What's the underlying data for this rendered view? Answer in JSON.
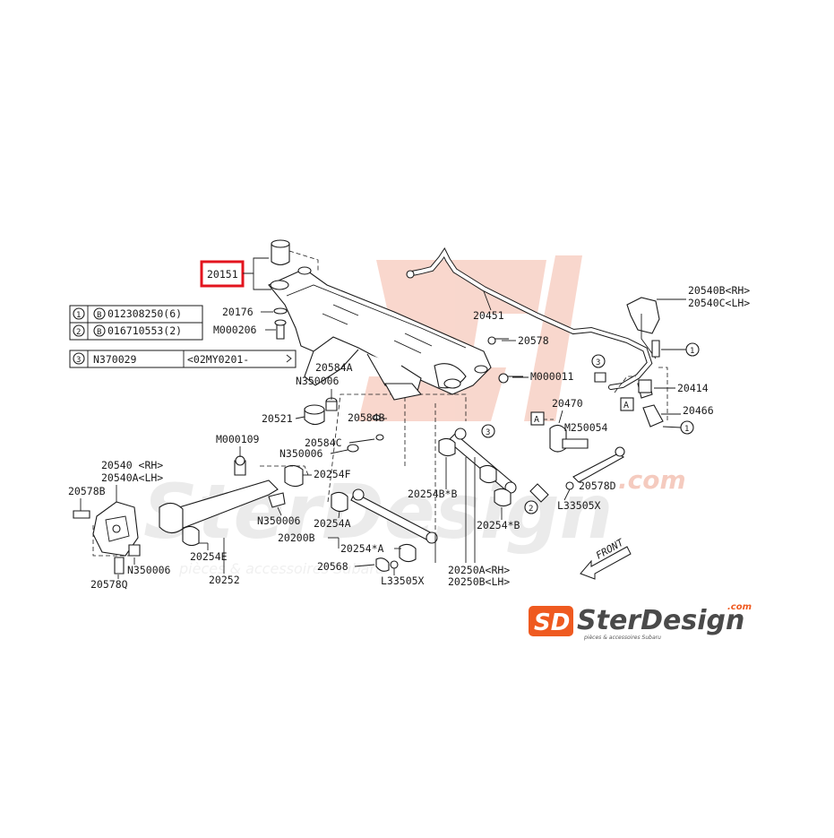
{
  "diagram": {
    "highlighted_part": "20151",
    "callouts": {
      "c20151": "20151",
      "c20176": "20176",
      "cM000206": "M000206",
      "c20451": "20451",
      "c20578": "20578",
      "c20540B": "20540B<RH>",
      "c20540C": "20540C<LH>",
      "c20584A": "20584A",
      "cN350006a": "N350006",
      "cM000011": "M000011",
      "c20414": "20414",
      "c20521": "20521",
      "c20584B": "20584B",
      "c20470": "20470",
      "c20466": "20466",
      "cM250054": "M250054",
      "c20584C": "20584C",
      "cM000109": "M000109",
      "cN350006b": "N350006",
      "c20254F": "20254F",
      "c20540RH": "20540 <RH>",
      "c20540ALH": "20540A<LH>",
      "c20578B": "20578B",
      "c20254BB": "20254B*B",
      "c20578D": "20578D",
      "cL33505Xa": "L33505X",
      "cN350006c": "N350006",
      "c20254A": "20254A",
      "c20254Bstar": "20254*B",
      "c20200B": "20200B",
      "c20254Astar": "20254*A",
      "cN350006d": "N350006",
      "c20254E": "20254E",
      "c20568": "20568",
      "c20250A": "20250A<RH>",
      "c20250B": "20250B<LH>",
      "c20578Q": "20578Q",
      "c20252": "20252",
      "cL33505Xb": "L33505X",
      "front": "FRONT",
      "refA1": "A",
      "refA2": "A",
      "circ1a": "1",
      "circ1b": "1",
      "circ2": "2",
      "circ3a": "3",
      "circ3b": "3"
    },
    "legend": {
      "row1_index": "1",
      "row1_part": "012308250(6)",
      "row2_index": "2",
      "row2_part": "016710553(2)",
      "row3_index": "3",
      "row3_part": "N370029",
      "row3_applicability": "<02MY0201-",
      "bolt_marker": "B"
    },
    "watermark": {
      "brand_text": "SterDesign",
      "com_text": ".com",
      "tagline": "pièces & accessoires Subaru"
    },
    "logo": {
      "badge_text": "SD",
      "brand_text": "SterDesign",
      "com_text": ".com",
      "tagline": "pièces & accessoires Subaru"
    },
    "colors": {
      "highlight_box": "#e3141e",
      "logo_orange": "#ef5a20",
      "watermark_tint": "#f6c9bd",
      "watermark_grey": "#e6e6e6",
      "line": "#1a1a1a"
    }
  }
}
